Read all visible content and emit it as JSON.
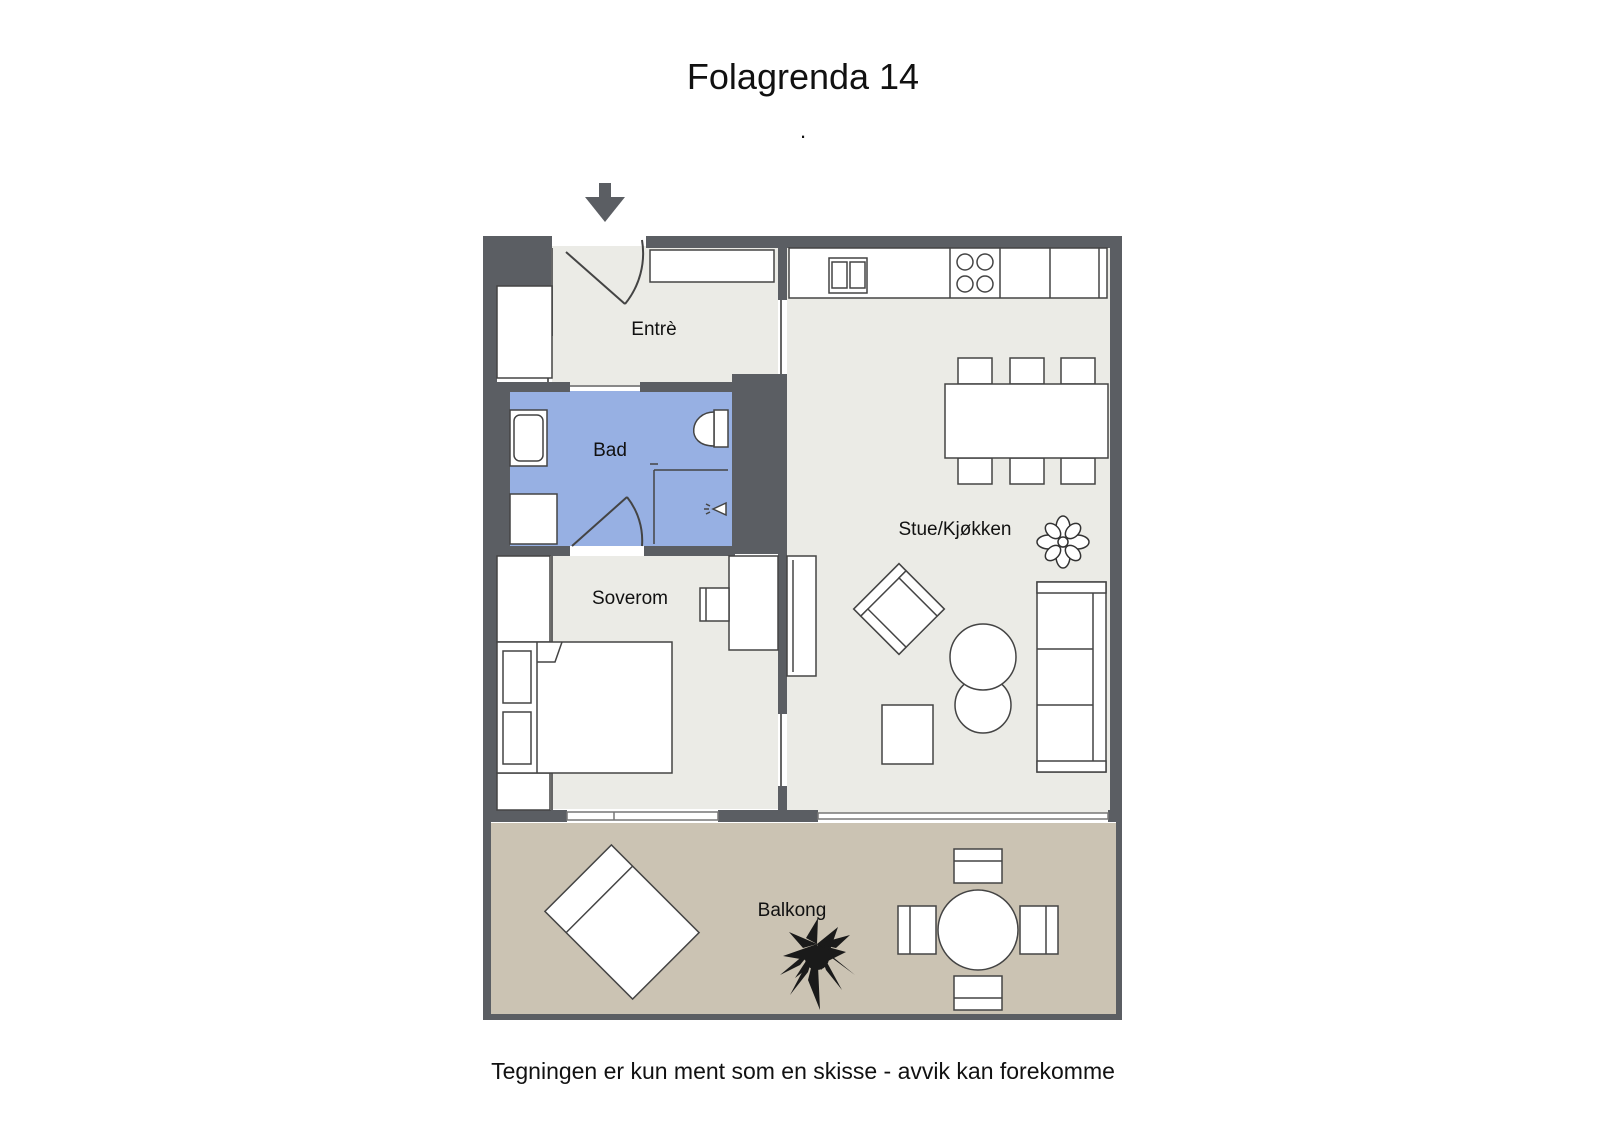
{
  "title": "Folagrenda 14",
  "subtitle": ".",
  "footer": "Tegningen er kun ment som en skisse - avvik kan forekomme",
  "rooms": {
    "entre": "Entrè",
    "bad": "Bad",
    "soverom": "Soverom",
    "stue": "Stue/Kjøkken",
    "balkong": "Balkong"
  },
  "colors": {
    "floor": "#ebebe6",
    "wall": "#5b5e63",
    "bathroom": "#97b0e3",
    "balcony": "#cbc3b3",
    "furniture": "#ffffff",
    "line": "#444444"
  },
  "icons": {
    "entrance": "entrance-arrow-icon",
    "plant": "plant-icon"
  }
}
